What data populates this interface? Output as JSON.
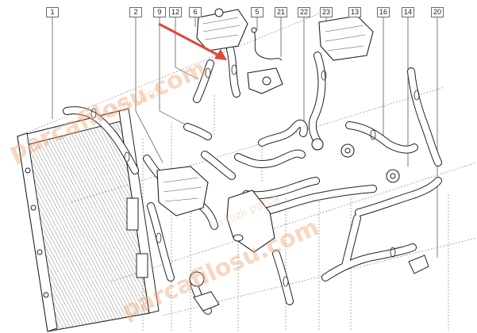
{
  "callouts": {
    "c1": "1",
    "c2": "2",
    "c9": "9",
    "c12": "12",
    "c6": "6",
    "c5": "5",
    "c21": "21",
    "c22": "22",
    "c23": "23",
    "c13": "13",
    "c16": "16",
    "c14": "14",
    "c20": "20"
  },
  "watermark": {
    "brand": "parcafilosu.com",
    "tagline": "en hızlı parça"
  },
  "colors": {
    "line": "#222222",
    "leader": "#444444",
    "arrow": "#e0463c",
    "watermark": "#eea878"
  }
}
